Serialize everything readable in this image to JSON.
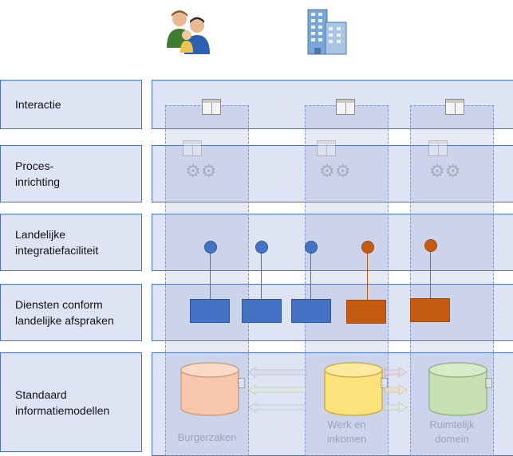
{
  "layers": [
    {
      "label": "Interactie"
    },
    {
      "label": "Proces-\ninrichting"
    },
    {
      "label": "Landelijke\nintegratiefaciliteit"
    },
    {
      "label": "Diensten conform\nlandelijke afspraken"
    },
    {
      "label": "Standaard\ninformatiemodellen"
    }
  ],
  "columns": [
    {
      "label": "Burgerzaken"
    },
    {
      "label": "Werk en\ninkomen"
    },
    {
      "label": "Ruimtelijk\ndomein"
    }
  ],
  "actors": [
    {
      "icon": "people-icon"
    },
    {
      "icon": "office-building-icon"
    }
  ],
  "colors": {
    "layer_fill": "#dfe4f4",
    "layer_border": "#4a72c4",
    "service_blue": "#4472c4",
    "service_orange": "#c55a11",
    "db_burgerzaken": "#f8c6ad",
    "db_werk": "#fde17a",
    "db_ruimtelijk": "#c6e0b4"
  }
}
